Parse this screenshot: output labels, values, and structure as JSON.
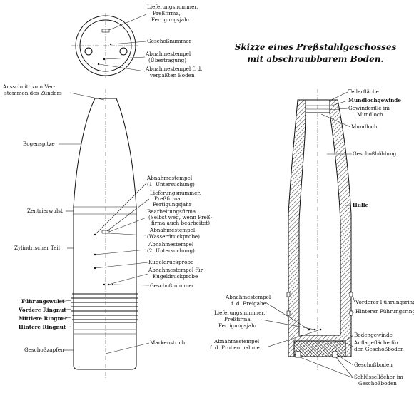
{
  "title": {
    "line1": "Skizze eines Preßstahlgeschosses",
    "line2": "mit abschraubbarem Boden."
  },
  "left_labels": {
    "lieferung_top_1": "Lieferungsnummer,",
    "lieferung_top_2": "Preßfirma,",
    "lieferung_top_3": "Fertigungsjahr",
    "geschossnummer_top": "Geschoßnummer",
    "abnahme_uebertr_1": "Abnahmestempel",
    "abnahme_uebertr_2": "(Übertragung)",
    "abnahme_boden_1": "Abnahmestempel f. d.",
    "abnahme_boden_2": "verpaßten Boden",
    "ausschnitt_1": "Ausschnitt zum Ver-",
    "ausschnitt_2": "stemmen des Zünders",
    "bogenspitze": "Bogenspitze",
    "abnahme1_1": "Abnahmestempel",
    "abnahme1_2": "(1. Untersuchung)",
    "lieferung_mid_1": "Lieferungsnummer,",
    "lieferung_mid_2": "Preßfirma,",
    "lieferung_mid_3": "Fertigungsjahr",
    "zentrierwulst": "Zentrierwulst",
    "bearbeitung_1": "Bearbeitungsfirma",
    "bearbeitung_2": "(Selbst weg, wenn Preß-",
    "bearbeitung_3": "firma auch bearbeitet)",
    "wasserdruck_1": "Abnahmestempel",
    "wasserdruck_2": "(Wasserdruckprobe)",
    "zylindrischer": "Zylindrischer Teil",
    "abnahme2_1": "Abnahmestempel",
    "abnahme2_2": "(2. Untersuchung)",
    "kugeldruck": "Kugeldruckprobe",
    "abnahme_kugel_1": "Abnahmestempel für",
    "abnahme_kugel_2": "Kugeldruckprobe",
    "geschossnummer_mid": "Geschoßnummer",
    "fuehrungswulst": "Führungswulst",
    "vordere_ringnut": "Vordere Ringnut",
    "mittlere_ringnut": "Mittlere Ringnut",
    "hintere_ringnut": "Hintere Ringnut",
    "markenstrich": "Markenstrich",
    "geschosszapfen": "Geschoßzapfen"
  },
  "right_labels": {
    "tellerflaeche": "Tellerfläche",
    "mundlochgewinde": "Mundlochgewinde",
    "gewinderille_1": "Gewinderille im",
    "gewinderille_2": "Mundloch",
    "mundloch": "Mundloch",
    "geschosshoehlung": "Geschoßhöhlung",
    "huelle": "Hülle",
    "vorderer_fuehrungsring": "Vorderer Führungsring",
    "hinterer_fuehrungsring": "Hinterer Führungsring",
    "abnahme_freigabe_1": "Abnahmestempel",
    "abnahme_freigabe_2": "f. d. Freigabe",
    "lieferung_r_1": "Lieferungsnummer,",
    "lieferung_r_2": "Preßfirma,",
    "lieferung_r_3": "Fertigungsjahr",
    "abnahme_proben_1": "Abnahmestempel",
    "abnahme_proben_2": "f. d. Probentnahme",
    "bodengewinde": "Bodengewinde",
    "auflageflaeche_1": "Auflagefläche für",
    "auflageflaeche_2": "den Geschoßboden",
    "geschossboden": "Geschoßboden",
    "schluessel_1": "Schlüssellöcher im",
    "schluessel_2": "Geschoßboden"
  }
}
